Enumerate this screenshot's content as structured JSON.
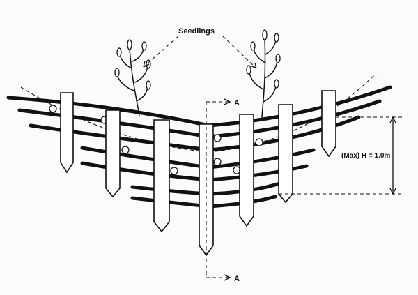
{
  "labels": {
    "seedlings": "Seedlings",
    "section_top": "A",
    "section_bottom": "A",
    "max_height": "(Max) H = 1.0m"
  },
  "colors": {
    "ink": "#111111",
    "paper": "#fbfbf9"
  }
}
